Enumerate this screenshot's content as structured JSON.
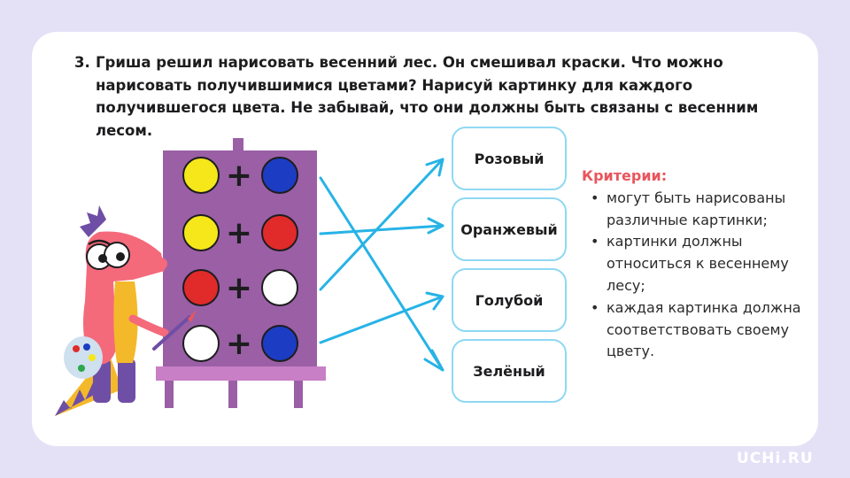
{
  "task": {
    "number": "3.",
    "text": "Гриша решил нарисовать весенний лес. Он смешивал краски. Что можно нарисовать получившимися цветами? Нарисуй картинку для каждого получившегося цвета. Не забывай, что они должны быть связаны с весенним лесом."
  },
  "easel": {
    "operator": "+",
    "rows": [
      {
        "left": "#f5e71a",
        "right": "#1d3cc4"
      },
      {
        "left": "#f5e71a",
        "right": "#e12a2a"
      },
      {
        "left": "#e12a2a",
        "right": "#ffffff"
      },
      {
        "left": "#ffffff",
        "right": "#1d3cc4"
      }
    ]
  },
  "options": [
    "Розовый",
    "Оранжевый",
    "Голубой",
    "Зелёный"
  ],
  "criteria": {
    "title": "Критерии:",
    "items": [
      "могут быть нарисованы различные картинки;",
      "картинки должны относиться к весеннему лесу;",
      "каждая картинка должна соответствовать своему цвету."
    ]
  },
  "logo": "UCHi.RU",
  "colors": {
    "background": "#e4e1f7",
    "easel": "#9b5fa6",
    "arrow": "#27b3e6",
    "option_border": "#8fd8f3",
    "criteria_title": "#e8565d"
  }
}
